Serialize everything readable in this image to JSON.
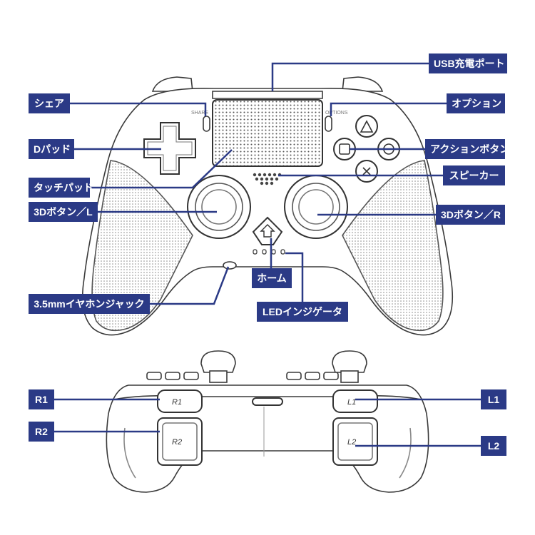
{
  "colors": {
    "label_bg": "#2b3a86",
    "label_text": "#ffffff",
    "leader_line": "#2b3a86",
    "outline": "#3a3a3a"
  },
  "front": {
    "labels": {
      "usb": "USB充電ポート",
      "share": "シェア",
      "options": "オプション",
      "dpad": "Dパッド",
      "action": "アクションボタン",
      "touchpad": "タッチパッド",
      "speaker": "スピーカー",
      "stick_l": "3Dボタン／L",
      "stick_r": "3Dボタン／R",
      "home": "ホーム",
      "jack": "3.5mmイヤホンジャック",
      "led": "LEDインジゲータ"
    },
    "engraved": {
      "share": "SHARE",
      "options": "OPTIONS"
    }
  },
  "back": {
    "labels": {
      "r1": "R1",
      "r2": "R2",
      "l1": "L1",
      "l2": "L2"
    },
    "engraved": {
      "r1": "R1",
      "r2": "R2",
      "l1": "L1",
      "l2": "L2"
    }
  }
}
